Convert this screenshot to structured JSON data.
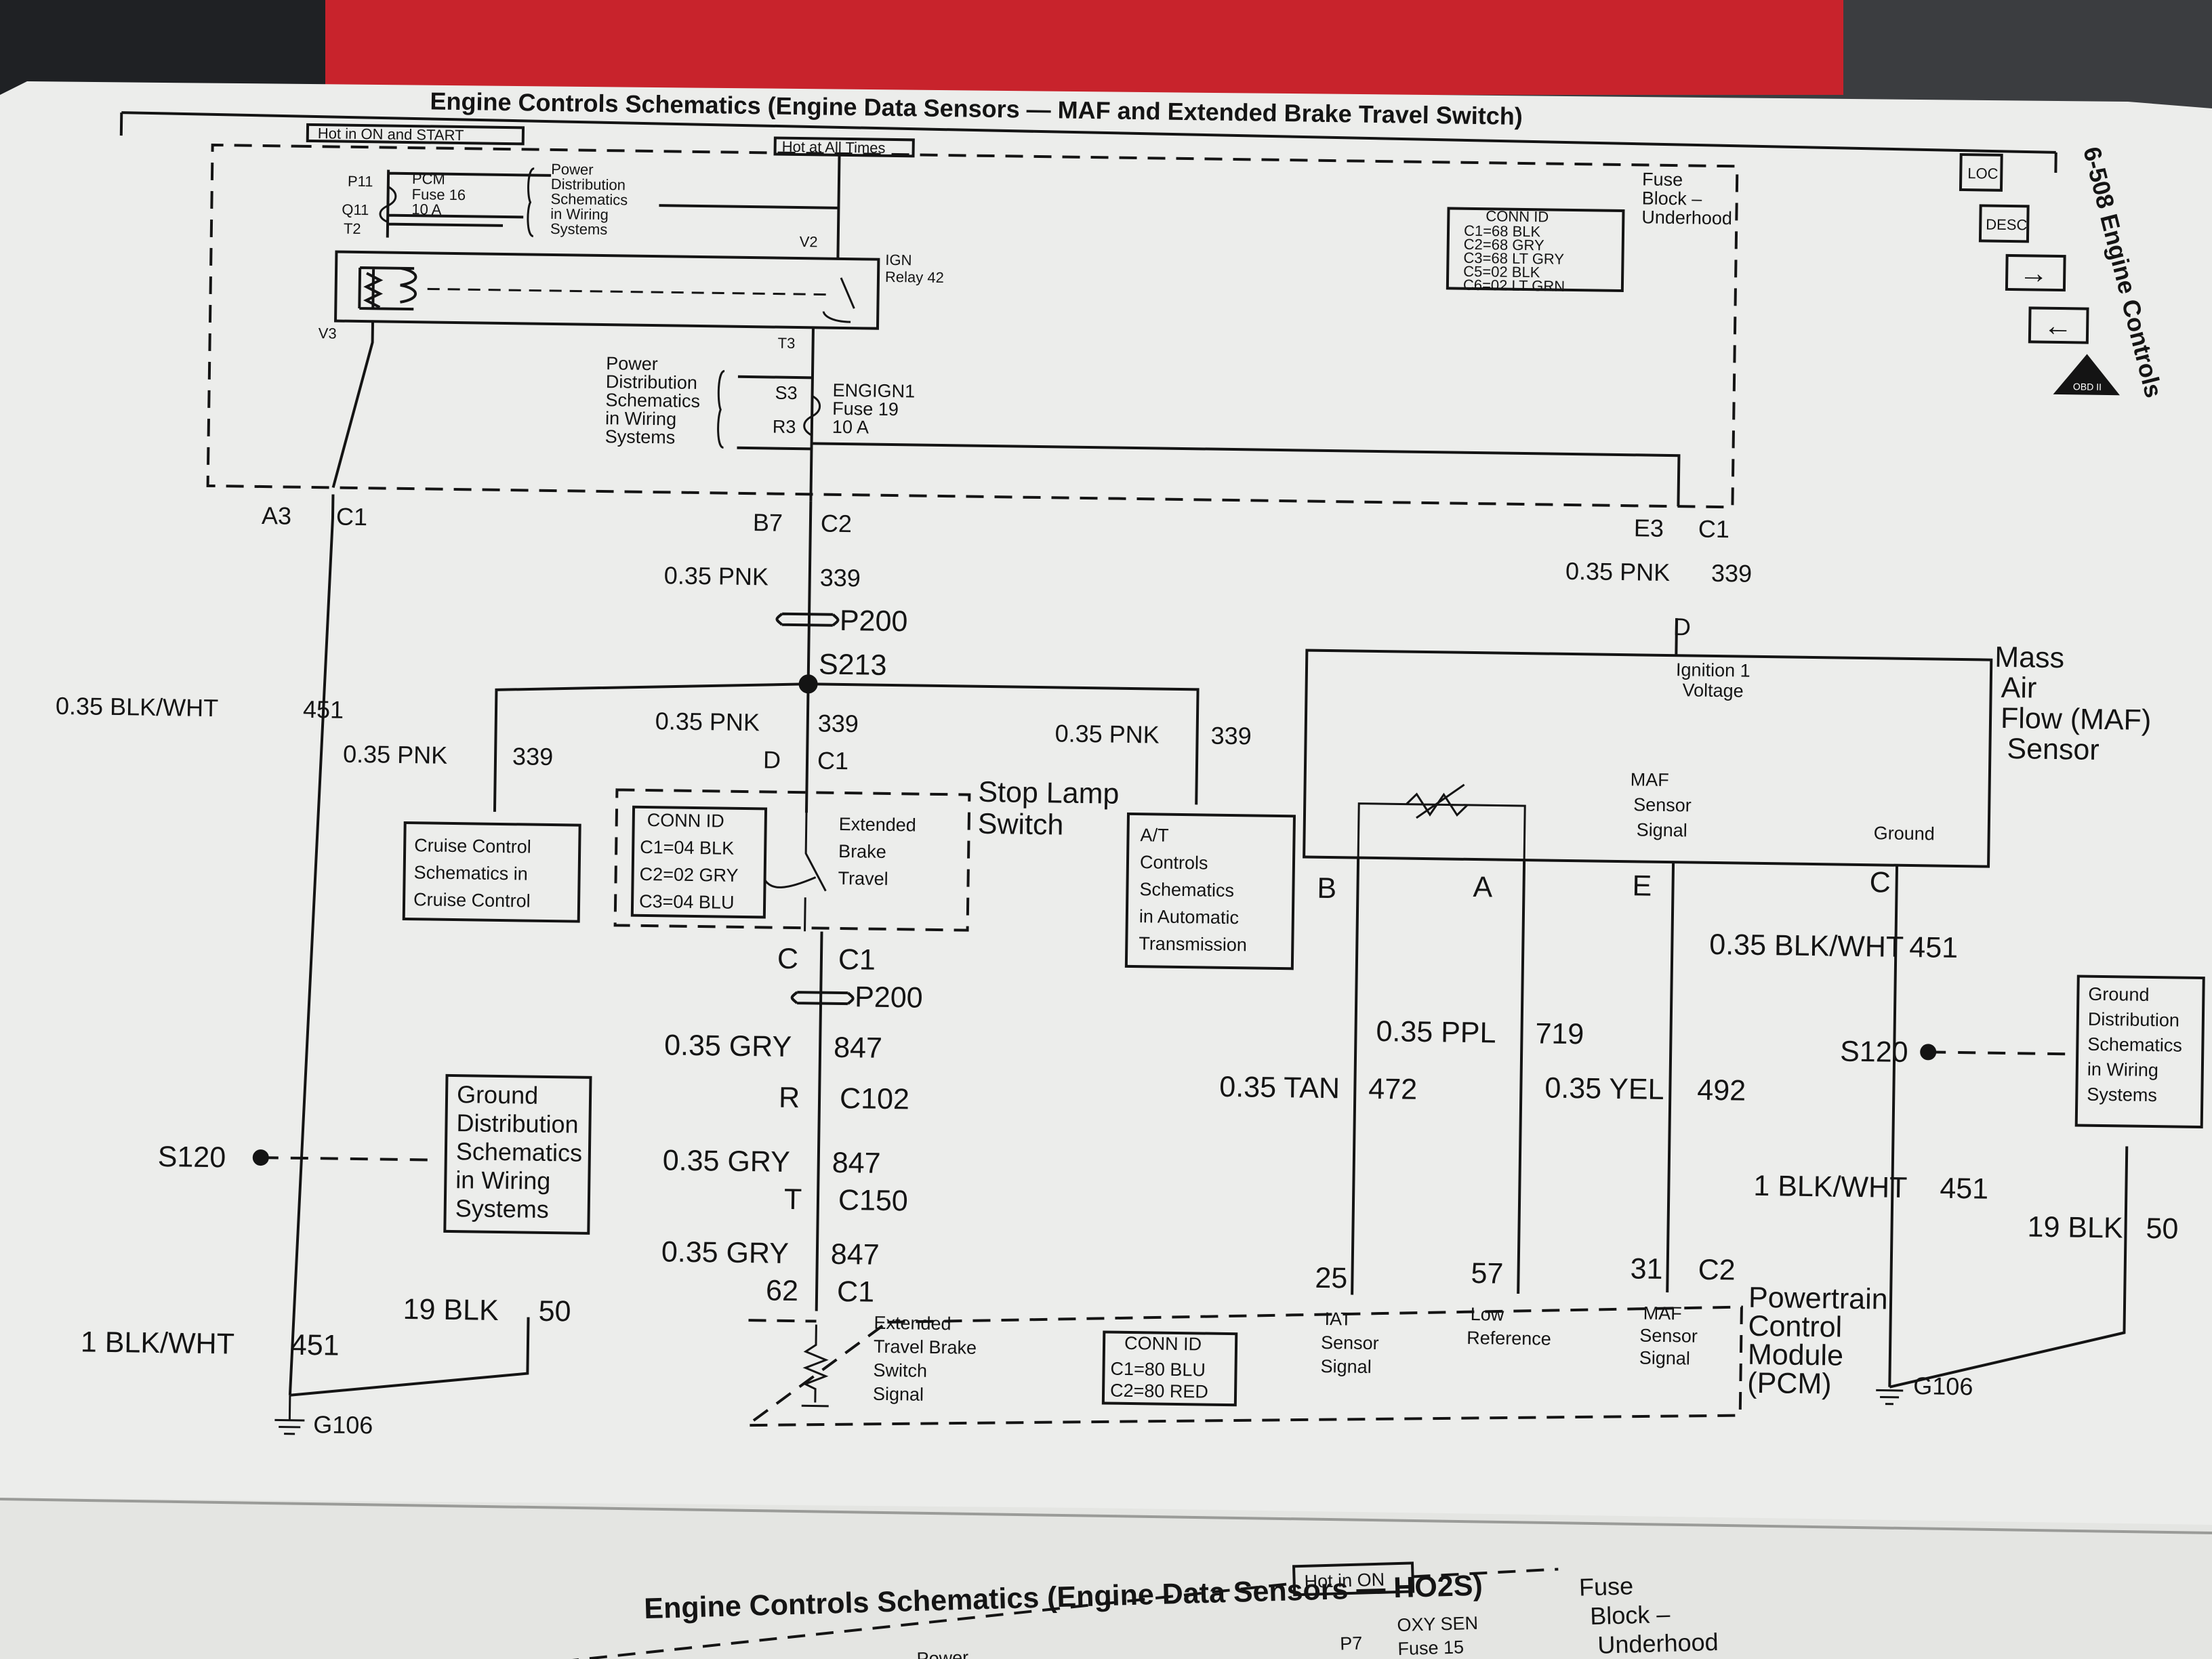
{
  "schematic": {
    "title": "Engine Controls Schematics (Engine Data Sensors — MAF and Extended Brake Travel Switch)",
    "page_tab": "6-508 Engine Controls",
    "nav": [
      "LOC",
      "DESC",
      "→",
      "←",
      "OBD II"
    ],
    "hot_on_start": "Hot in ON and START",
    "hot_all_times": "Hot at All Times",
    "fuse_block": [
      "Fuse",
      "Block –",
      "Underhood"
    ],
    "pcm_fuse": {
      "p11": "P11",
      "q11": "Q11",
      "t2": "T2",
      "name": [
        "PCM",
        "Fuse 16",
        "10 A"
      ]
    },
    "power_dist_top": [
      "Power",
      "Distribution",
      "Schematics",
      "in Wiring",
      "Systems"
    ],
    "v2": "V2",
    "v3": "V3",
    "t3": "T3",
    "ign_relay": [
      "IGN",
      "Relay 42"
    ],
    "conn_id_fuse": [
      "CONN ID",
      "C1=68 BLK",
      "C2=68 GRY",
      "C3=68 LT GRY",
      "C5=02 BLK",
      "C6=02 LT GRN"
    ],
    "power_dist_mid": [
      "Power",
      "Distribution",
      "Schematics",
      "in Wiring",
      "Systems"
    ],
    "engign": {
      "s3": "S3",
      "r3": "R3",
      "name": [
        "ENGIGN1",
        "Fuse 19",
        "10 A"
      ]
    },
    "a3_c1": [
      "A3",
      "C1"
    ],
    "b7_c2": [
      "B7",
      "C2"
    ],
    "e3_c1": [
      "E3",
      "C1"
    ],
    "w_pnk_339_a": [
      "0.35 PNK",
      "339"
    ],
    "p200_a": "P200",
    "s213": "S213",
    "w_pnk_339_b": [
      "0.35 PNK",
      "339"
    ],
    "w_pnk_339_c": [
      "0.35 PNK",
      "339"
    ],
    "w_pnk_339_d": [
      "0.35 PNK",
      "339"
    ],
    "w_pnk_339_e": [
      "0.35 PNK",
      "339"
    ],
    "d_label": "D",
    "w_blkwht_451_a": [
      "0.35 BLK/WHT",
      "451"
    ],
    "cruise": [
      "Cruise Control",
      "Schematics in",
      "Cruise Control"
    ],
    "d_c1": [
      "D",
      "C1"
    ],
    "conn_id_switch": [
      "CONN ID",
      "C1=04 BLK",
      "C2=02 GRY",
      "C3=04 BLU"
    ],
    "ext_brake": [
      "Extended",
      "Brake",
      "Travel"
    ],
    "stop_lamp": [
      "Stop Lamp",
      "Switch"
    ],
    "at_box": [
      "A/T",
      "Controls",
      "Schematics",
      "in Automatic",
      "Transmission"
    ],
    "c_c1": [
      "C",
      "C1"
    ],
    "p200_b": "P200",
    "w_gry_847_a": [
      "0.35 GRY",
      "847"
    ],
    "r_c102": [
      "R",
      "C102"
    ],
    "w_gry_847_b": [
      "0.35 GRY",
      "847"
    ],
    "t_c150": [
      "T",
      "C150"
    ],
    "w_gry_847_c": [
      "0.35 GRY",
      "847"
    ],
    "c62_c1": [
      "62",
      "C1"
    ],
    "ext_travel_signal": [
      "Extended",
      "Travel Brake",
      "Switch",
      "Signal"
    ],
    "conn_id_pcm": [
      "CONN ID",
      "C1=80 BLU",
      "C2=80 RED"
    ],
    "maf_sensor": [
      "Mass",
      "Air",
      "Flow (MAF)",
      "Sensor"
    ],
    "ign1_voltage": [
      "Ignition 1",
      "Voltage"
    ],
    "maf_signal_label": [
      "MAF",
      "Sensor",
      "Signal"
    ],
    "ground_label": "Ground",
    "pins": [
      "B",
      "A",
      "E",
      "C"
    ],
    "w_blkwht_451_b": [
      "0.35 BLK/WHT",
      "451"
    ],
    "w_ppl_719": [
      "0.35 PPL",
      "719"
    ],
    "w_tan_472": [
      "0.35 TAN",
      "472"
    ],
    "w_yel_492": [
      "0.35 YEL",
      "492"
    ],
    "s120_right": "S120",
    "ground_dist_right": [
      "Ground",
      "Distribution",
      "Schematics",
      "in Wiring",
      "Systems"
    ],
    "w_blkwht_451_c": [
      "1 BLK/WHT",
      "451"
    ],
    "w_blk_50_right": [
      "19 BLK",
      "50"
    ],
    "pcm_pins": [
      "25",
      "57",
      "31",
      "C2"
    ],
    "iat": [
      "IAT",
      "Sensor",
      "Signal"
    ],
    "low_ref": [
      "Low",
      "Reference"
    ],
    "maf_pcm": [
      "MAF",
      "Sensor",
      "Signal"
    ],
    "pcm": [
      "Powertrain",
      "Control",
      "Module",
      "(PCM)"
    ],
    "g106_right": "G106",
    "s120_left": "S120",
    "ground_dist_left": [
      "Ground",
      "Distribution",
      "Schematics",
      "in Wiring",
      "Systems"
    ],
    "w_blk_50_left": [
      "19 BLK",
      "50"
    ],
    "w_blkwht_451_d": [
      "1 BLK/WHT",
      "451"
    ],
    "g106_left": "G106"
  },
  "next_page": {
    "title": "Engine Controls Schematics (Engine Data Sensors — HO2S)",
    "hot_on": "Hot in ON",
    "fuse_block": [
      "Fuse",
      "Block –",
      "Underhood"
    ],
    "p7": "P7",
    "oxy": [
      "OXY SEN",
      "Fuse 15"
    ],
    "power": "Power"
  },
  "colors": {
    "paper": "#ecedeb",
    "ink": "#141414",
    "backdrop": "#3b3d40",
    "cover_red": "#c8232c"
  }
}
